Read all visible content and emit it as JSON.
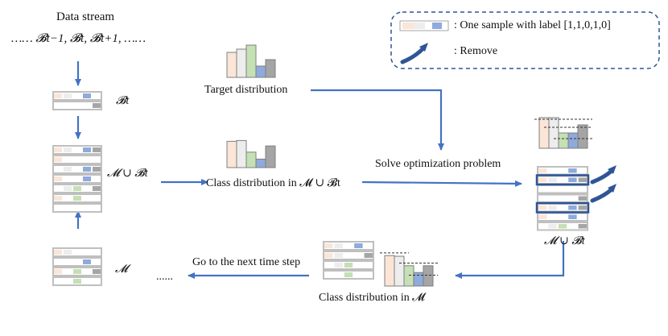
{
  "legend": {
    "sample_text": ": One sample with label [1,1,0,1,0]",
    "remove_text": ": Remove"
  },
  "stream": {
    "title": "Data stream",
    "sequence": "…… 𝓑t−1, 𝓑t, 𝓑t+1, ……"
  },
  "labels": {
    "bt": "𝓑t",
    "m_union_bt": "𝓜 ∪ 𝓑t",
    "m": "𝓜",
    "target_distribution": "Target distribution",
    "class_dist_union": "Class distribution in 𝓜 ∪ 𝓑t",
    "solve": "Solve optimization problem",
    "result_union": "𝓜 ∪ 𝓑t",
    "next_step": "Go to the next time step",
    "ellipsis": "......",
    "class_dist_m": "Class distribution in 𝓜"
  },
  "colors": {
    "class1": "#fbe5d6",
    "class2": "#ededed",
    "class3": "#c5e0b4",
    "class4": "#8faadc",
    "class5": "#a5a5a5",
    "arrow": "#4472c4",
    "highlight": "#2f5597",
    "legend_border": "#2f5597"
  },
  "distributions": {
    "target": [
      0.62,
      0.7,
      0.8,
      0.28,
      0.44
    ],
    "union": [
      0.68,
      0.7,
      0.4,
      0.22,
      0.56
    ],
    "memory": [
      0.9,
      0.88,
      0.6,
      0.4,
      0.6
    ],
    "result": [
      0.76,
      0.76,
      0.38,
      0.38,
      0.58
    ]
  }
}
